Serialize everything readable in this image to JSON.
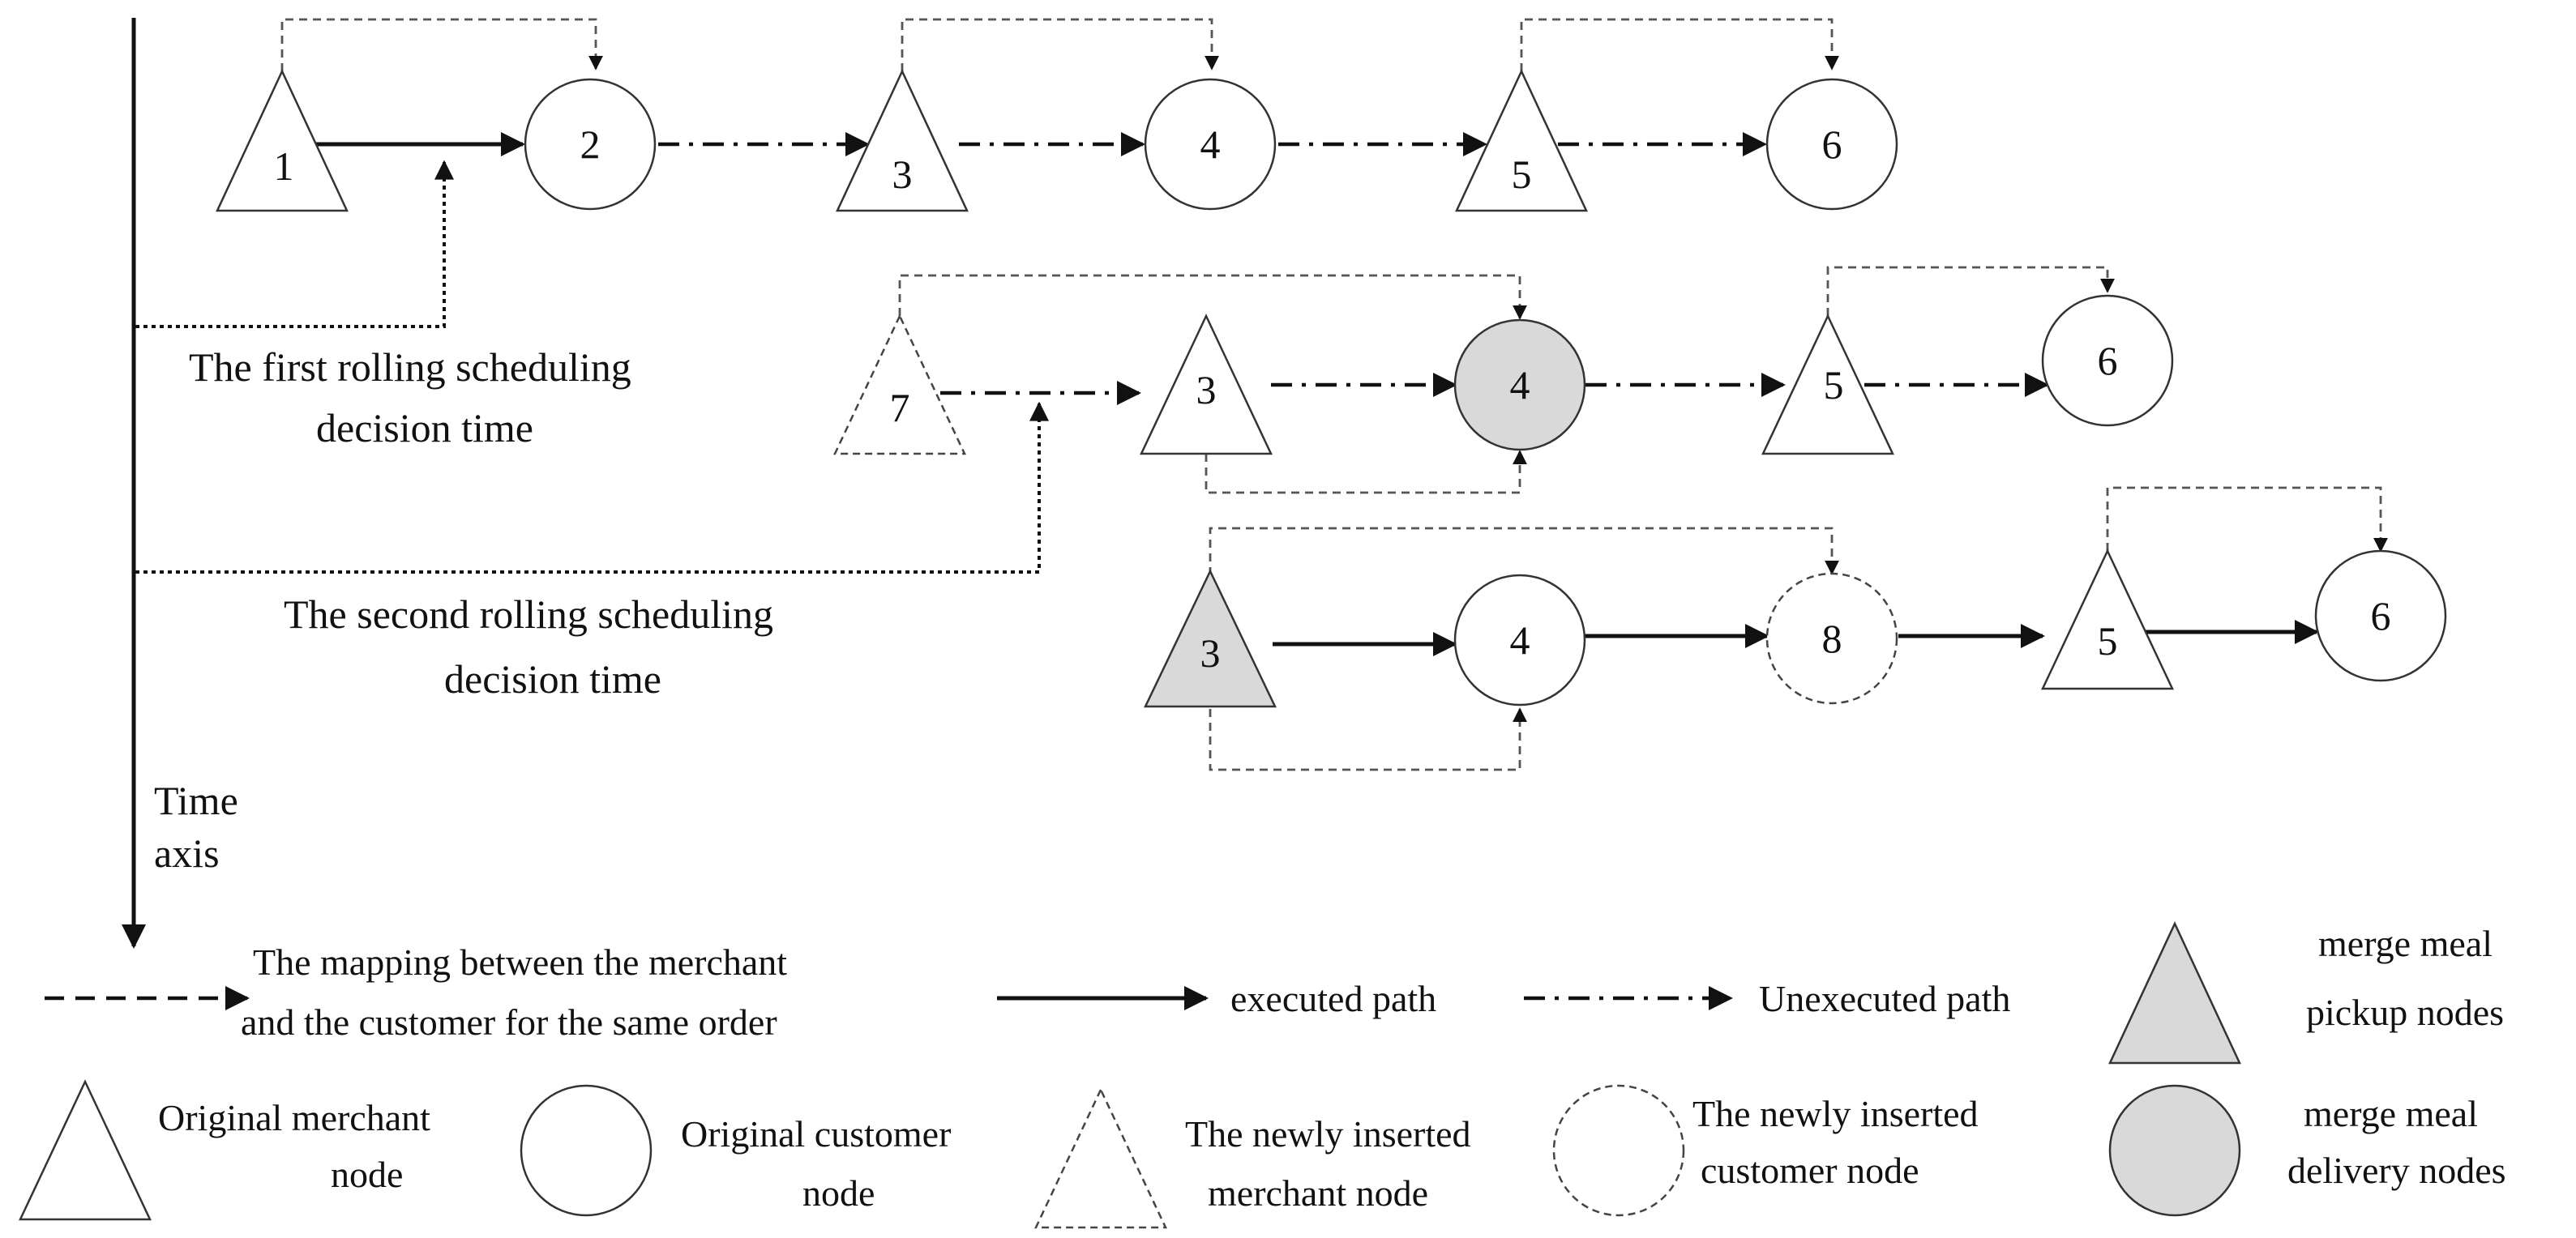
{
  "colors": {
    "line": "#111111",
    "node_stroke": "#333333",
    "node_fill": "#ffffff",
    "merge_fill": "#d9d9d9"
  },
  "rows": [
    {
      "nodes": [
        {
          "label": "1",
          "shape": "triangle",
          "state": "original"
        },
        {
          "label": "2",
          "shape": "circle",
          "state": "original"
        },
        {
          "label": "3",
          "shape": "triangle",
          "state": "original"
        },
        {
          "label": "4",
          "shape": "circle",
          "state": "original"
        },
        {
          "label": "5",
          "shape": "triangle",
          "state": "original"
        },
        {
          "label": "6",
          "shape": "circle",
          "state": "original"
        }
      ]
    },
    {
      "nodes": [
        {
          "label": "7",
          "shape": "triangle",
          "state": "new"
        },
        {
          "label": "3",
          "shape": "triangle",
          "state": "original"
        },
        {
          "label": "4",
          "shape": "circle",
          "state": "merge"
        },
        {
          "label": "5",
          "shape": "triangle",
          "state": "original"
        },
        {
          "label": "6",
          "shape": "circle",
          "state": "original"
        }
      ]
    },
    {
      "nodes": [
        {
          "label": "3",
          "shape": "triangle",
          "state": "merge"
        },
        {
          "label": "4",
          "shape": "circle",
          "state": "original"
        },
        {
          "label": "8",
          "shape": "circle",
          "state": "new"
        },
        {
          "label": "5",
          "shape": "triangle",
          "state": "original"
        },
        {
          "label": "6",
          "shape": "circle",
          "state": "original"
        }
      ]
    }
  ],
  "captions": {
    "first_decision": [
      "The first rolling scheduling",
      "decision time"
    ],
    "second_decision": [
      "The second rolling scheduling",
      "decision time"
    ],
    "time_axis": [
      "Time",
      "axis"
    ]
  },
  "legend": {
    "mapping": [
      "The mapping between the merchant",
      "and the customer for the same order"
    ],
    "executed": "executed path",
    "unexecuted": "Unexecuted path",
    "merge_pickup": [
      "merge meal",
      "pickup nodes"
    ],
    "original_merchant": [
      "Original merchant",
      "node"
    ],
    "original_customer": [
      "Original customer",
      "node"
    ],
    "new_merchant": [
      "The newly inserted",
      "merchant node"
    ],
    "new_customer": [
      "The newly inserted",
      "customer node"
    ],
    "merge_delivery": [
      "merge meal",
      "delivery nodes"
    ]
  }
}
